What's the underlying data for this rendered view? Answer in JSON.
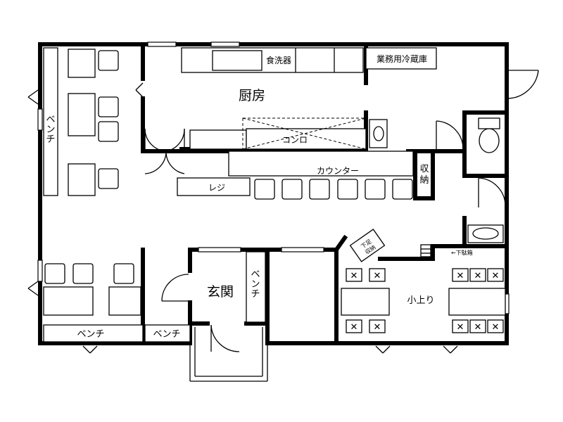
{
  "rooms": {
    "kitchen": "厨房",
    "entrance": "玄関",
    "tatami_room": "小上り"
  },
  "fixtures": {
    "dishwasher": "食洗器",
    "refrigerator": "業務用冷蔵庫",
    "stove": "コンロ",
    "counter": "カウンター",
    "register": "レジ",
    "storage": "収納",
    "shoe_storage": "下足\n収納",
    "shoe_box": "←下駄箱"
  },
  "benches": {
    "left_vertical": "ベンチ",
    "bottom_left": "ベンチ",
    "bottom_middle": "ベンチ",
    "entrance": "ベンチ"
  },
  "colors": {
    "wall": "#000000",
    "background": "#ffffff"
  }
}
